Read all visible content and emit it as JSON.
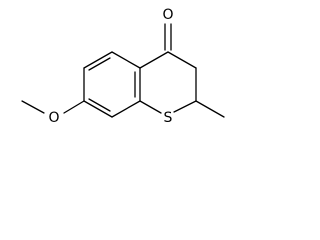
{
  "molecule": {
    "atoms": {
      "oxygen_carbonyl": "O",
      "oxygen_ether": "O",
      "sulfur": "S"
    }
  }
}
